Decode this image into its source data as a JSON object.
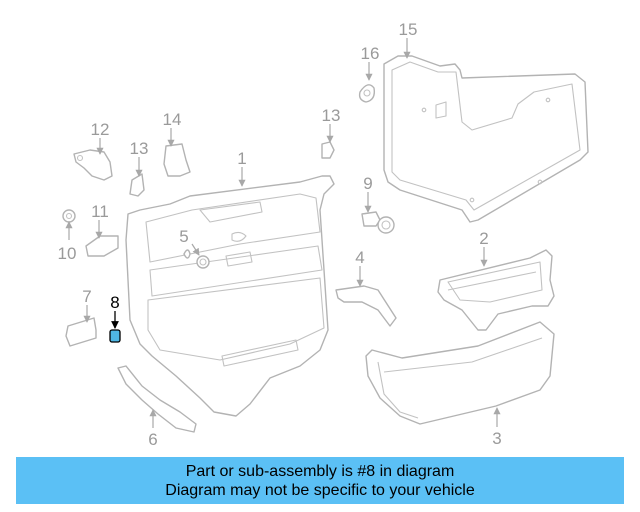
{
  "callouts": [
    "1",
    "2",
    "3",
    "4",
    "5",
    "6",
    "7",
    "8",
    "9",
    "10",
    "11",
    "12",
    "13",
    "13",
    "14",
    "15",
    "16"
  ],
  "highlighted_part": "8",
  "highlight_color": "#4fb7e4",
  "banner": {
    "line1": "Part or sub-assembly is #8 in diagram",
    "line2": "Diagram may not be specific to your vehicle",
    "background": "#5bc0f5"
  }
}
